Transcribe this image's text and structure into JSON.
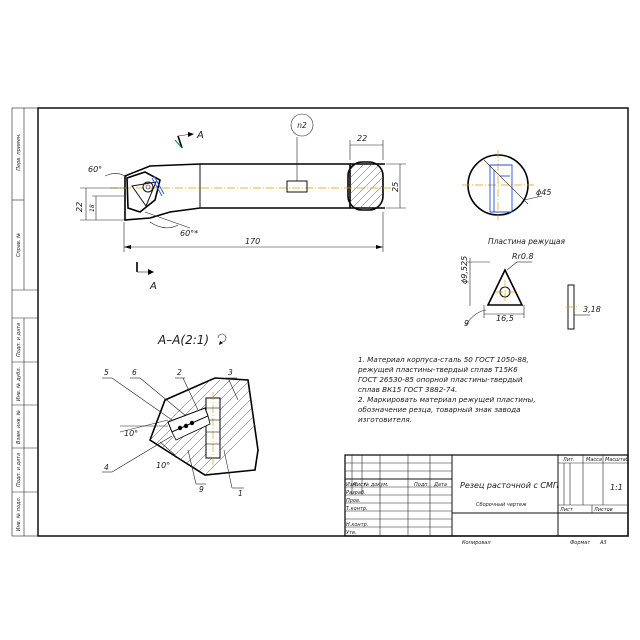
{
  "side_stamp": [
    "Перв. примен.",
    "Справ. №",
    "Подп. и дата",
    "Инв. № дубл.",
    "Взам. инв. №",
    "Подп. и дата",
    "Инв. № подл."
  ],
  "main_view": {
    "section_mark": "A",
    "label_n2": "n2",
    "dim_22_top": "22",
    "dim_25": "25",
    "dim_22_left": "22",
    "dim_18": "18",
    "dim_60_top": "60°",
    "dim_60_bottom": "60°*",
    "dim_170": "170"
  },
  "insert_view": {
    "dim_d45": "ϕ45",
    "caption": "Пластина режущая",
    "dim_r08": "Rr0.8",
    "dim_d9525": "ϕ9,525",
    "dim_165": "16,5",
    "dim_9": "9",
    "dim_318": "3,18"
  },
  "section_view": {
    "title": "A–A(2:1)",
    "callouts": [
      "5",
      "6",
      "2",
      "3",
      "4",
      "9",
      "1"
    ],
    "angle_top": "10°",
    "angle_bottom": "10°"
  },
  "notes": [
    "1. Материал корпуса-сталь 50 ГОСТ 1050-88,",
    "   режущей пластины-твердый сплав Т15К6",
    "   ГОСТ 26530-85 опорной пластины-твердый",
    "   сплав ВК15 ГОСТ 3882-74.",
    "2. Маркировать материал режущей пластины,",
    "   обозначение резца, товарный знак завода",
    "   изготовителя."
  ],
  "title_block": {
    "designation": "Резец расточной с СМП",
    "subtitle": "Сборочный чертеж",
    "col_lit": "Лит.",
    "col_mass": "Масса",
    "col_scale": "Масштаб",
    "scale_value": "1:1",
    "sheet_label": "Лист",
    "sheets_label": "Листов",
    "row_headers": [
      "Изм.",
      "Лист",
      "№ докум.",
      "Подп.",
      "Дата"
    ],
    "roles": [
      "Разраб.",
      "Пров.",
      "Т.контр.",
      "Н.контр.",
      "Утв."
    ],
    "footer_copied": "Копировал",
    "footer_format": "Формат",
    "format_value": "A3"
  }
}
